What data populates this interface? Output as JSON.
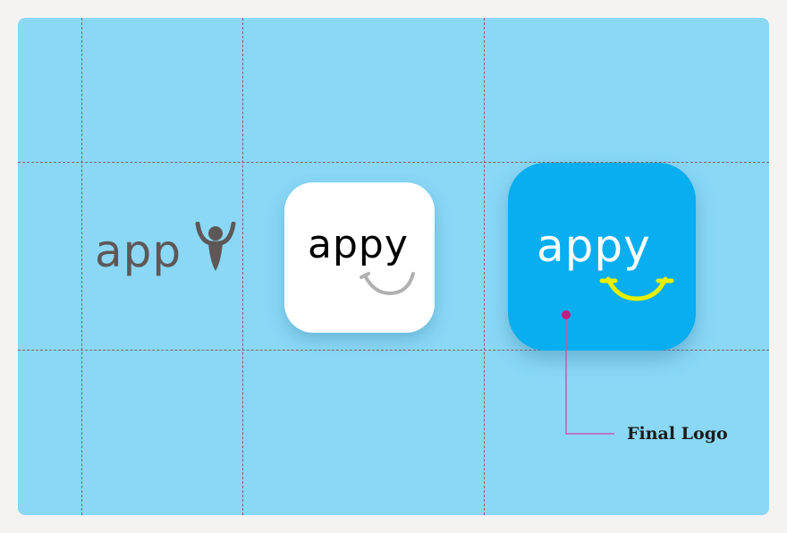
{
  "logos": {
    "first": {
      "text": "app"
    },
    "second": {
      "text": "appy"
    },
    "final": {
      "text": "appy"
    }
  },
  "annotation": {
    "label": "Final Logo"
  },
  "colors": {
    "background": "#8AD8F6",
    "grid": "#8a5f63",
    "first_logo": "#5f5757",
    "final_box": "#08AEEF",
    "smile_yellow": "#E6F000",
    "smile_gray": "#B0B0B0",
    "annotation": "#C8197E"
  }
}
